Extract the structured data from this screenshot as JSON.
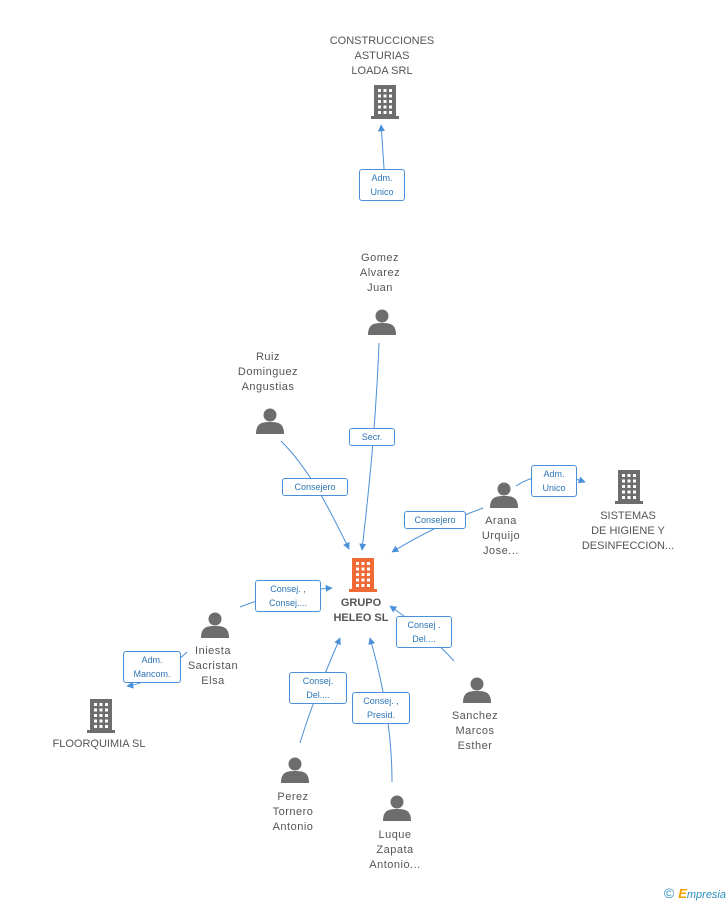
{
  "nodes": [
    {
      "id": "construcciones",
      "label": "CONSTRUCCIONES\nASTURIAS\nLOADA SRL",
      "type": "company"
    },
    {
      "id": "gomez",
      "label": "Gomez\nAlvarez\nJuan",
      "type": "person"
    },
    {
      "id": "ruiz",
      "label": "Ruiz\nDominguez\nAngustias",
      "type": "person"
    },
    {
      "id": "arana",
      "label": "Arana\nUrquijo\nJose...",
      "type": "person"
    },
    {
      "id": "sistemas",
      "label": "SISTEMAS\nDE HIGIENE Y\nDESINFECCION...",
      "type": "company"
    },
    {
      "id": "grupo",
      "label": "GRUPO\nHELEO SL",
      "type": "company-main"
    },
    {
      "id": "iniesta",
      "label": "Iniesta\nSacristan\nElsa",
      "type": "person"
    },
    {
      "id": "floorquimia",
      "label": "FLOORQUIMIA SL",
      "type": "company"
    },
    {
      "id": "sanchez",
      "label": "Sanchez\nMarcos\nEsther",
      "type": "person"
    },
    {
      "id": "perez",
      "label": "Perez\nTornero\nAntonio",
      "type": "person"
    },
    {
      "id": "luque",
      "label": "Luque\nZapata\nAntonio...",
      "type": "person"
    }
  ],
  "edges": [
    {
      "from": "gomez",
      "to": "construcciones",
      "label": "Adm.\nUnico"
    },
    {
      "from": "gomez",
      "to": "grupo",
      "label": "Secr."
    },
    {
      "from": "ruiz",
      "to": "grupo",
      "label": "Consejero"
    },
    {
      "from": "arana",
      "to": "grupo",
      "label": "Consejero"
    },
    {
      "from": "arana",
      "to": "sistemas",
      "label": "Adm.\nUnico"
    },
    {
      "from": "iniesta",
      "to": "grupo",
      "label": "Consej. ,\nConsej...."
    },
    {
      "from": "iniesta",
      "to": "floorquimia",
      "label": "Adm.\nMancom."
    },
    {
      "from": "sanchez",
      "to": "grupo",
      "label": "Consej .\nDel...."
    },
    {
      "from": "perez",
      "to": "grupo",
      "label": "Consej.\nDel...."
    },
    {
      "from": "luque",
      "to": "grupo",
      "label": "Consej. ,\nPresid."
    }
  ],
  "colors": {
    "edge": "#4a90d9",
    "icon": "#6d6d6d",
    "main_icon": "#f06a35",
    "edge_text": "#2e75b6"
  },
  "footer": {
    "copyright": "©",
    "brand_first": "E",
    "brand_rest": "mpresia"
  }
}
